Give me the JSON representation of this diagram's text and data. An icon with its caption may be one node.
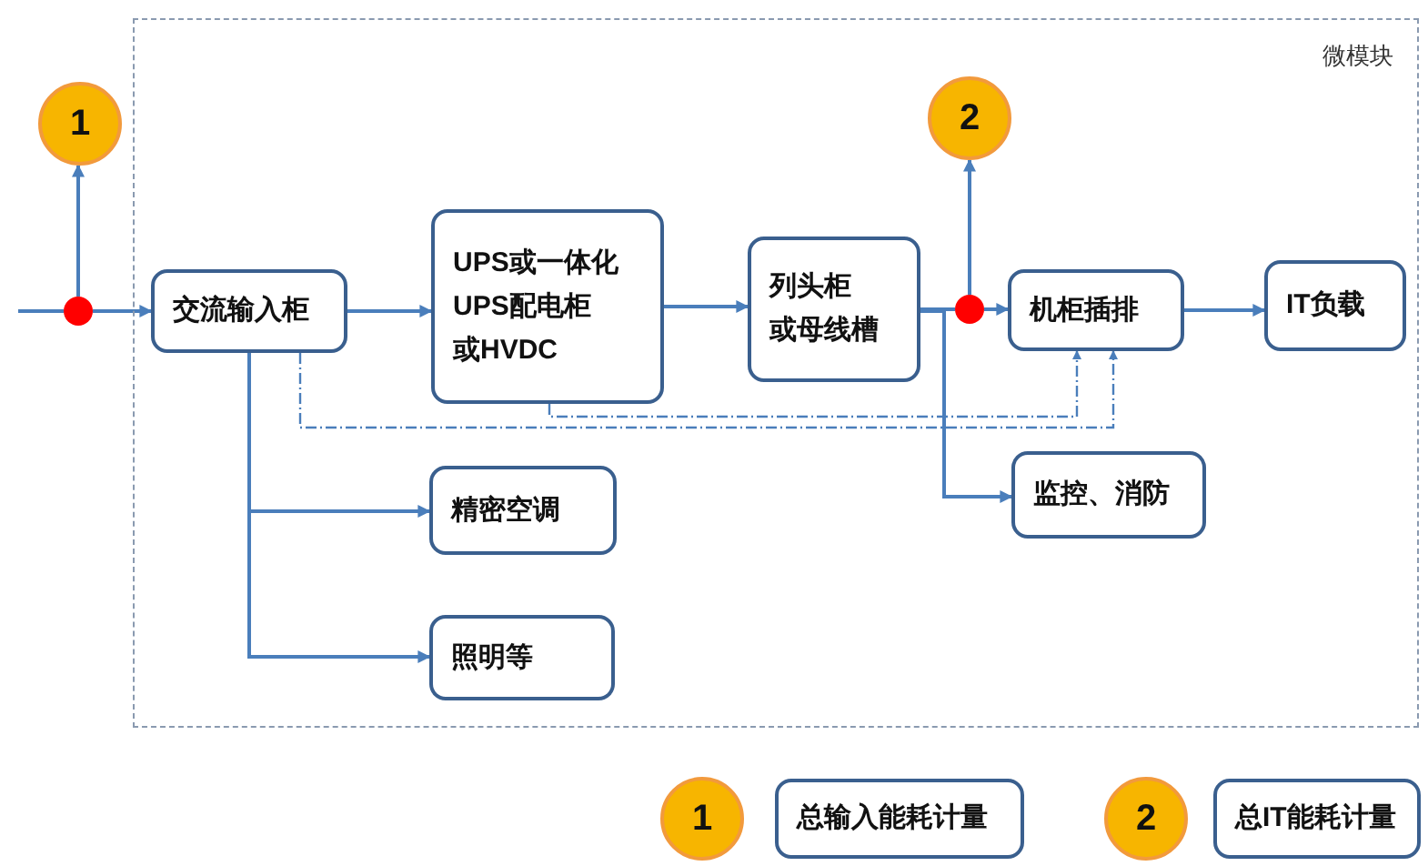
{
  "diagram": {
    "nodes": [
      {
        "text": [
          "微模块"
        ]
      },
      {
        "text": [
          "1"
        ]
      },
      {
        "text": [],
        "shape": "circle"
      },
      {
        "text": [
          "交流输入柜"
        ],
        "in": 0
      },
      {
        "text": [
          "UPS或一体化UPS配电柜或HVDC"
        ],
        "in": 0
      },
      {
        "text": [
          "列头柜或母线槽"
        ],
        "in": 0
      },
      {
        "text": [
          "2"
        ],
        "in": 0
      },
      {
        "text": [],
        "shape": "circle",
        "in": 0
      },
      {
        "text": [
          "机柜插排"
        ],
        "in": 0
      },
      {
        "text": [
          "IT负载"
        ],
        "in": 0
      },
      {
        "text": [
          "精密空调"
        ],
        "in": 0
      },
      {
        "text": [
          "监控、消防"
        ],
        "in": 0
      },
      {
        "text": [
          "照明等"
        ],
        "in": 0
      },
      {
        "text": [
          "1"
        ]
      },
      {
        "text": [
          "总输入能耗计量"
        ]
      },
      {
        "text": [
          "2"
        ]
      },
      {
        "text": [
          "总IT能耗计量"
        ]
      }
    ],
    "edges": [
      {
        "from": null,
        "to": 2,
        "arrow": "none"
      },
      {
        "from": 2,
        "to": 3,
        "arrow": "to"
      },
      {
        "from": 2,
        "to": 1,
        "arrow": "to"
      },
      {
        "from": 3,
        "to": 4,
        "arrow": "to"
      },
      {
        "from": 4,
        "to": 5,
        "arrow": "to"
      },
      {
        "from": 5,
        "to": 7,
        "arrow": "none"
      },
      {
        "from": 7,
        "to": 8,
        "arrow": "to"
      },
      {
        "from": 7,
        "to": 6,
        "arrow": "to"
      },
      {
        "from": 8,
        "to": 9,
        "arrow": "to"
      },
      {
        "from": 3,
        "to": 10,
        "arrow": "to"
      },
      {
        "from": 3,
        "to": 12,
        "arrow": "to"
      },
      {
        "from": 5,
        "to": 11,
        "arrow": "to"
      },
      {
        "from": 4,
        "to": 8,
        "arrow": "to",
        "style": "dashed"
      },
      {
        "from": 3,
        "to": 8,
        "arrow": "to",
        "style": "dashed"
      }
    ]
  }
}
